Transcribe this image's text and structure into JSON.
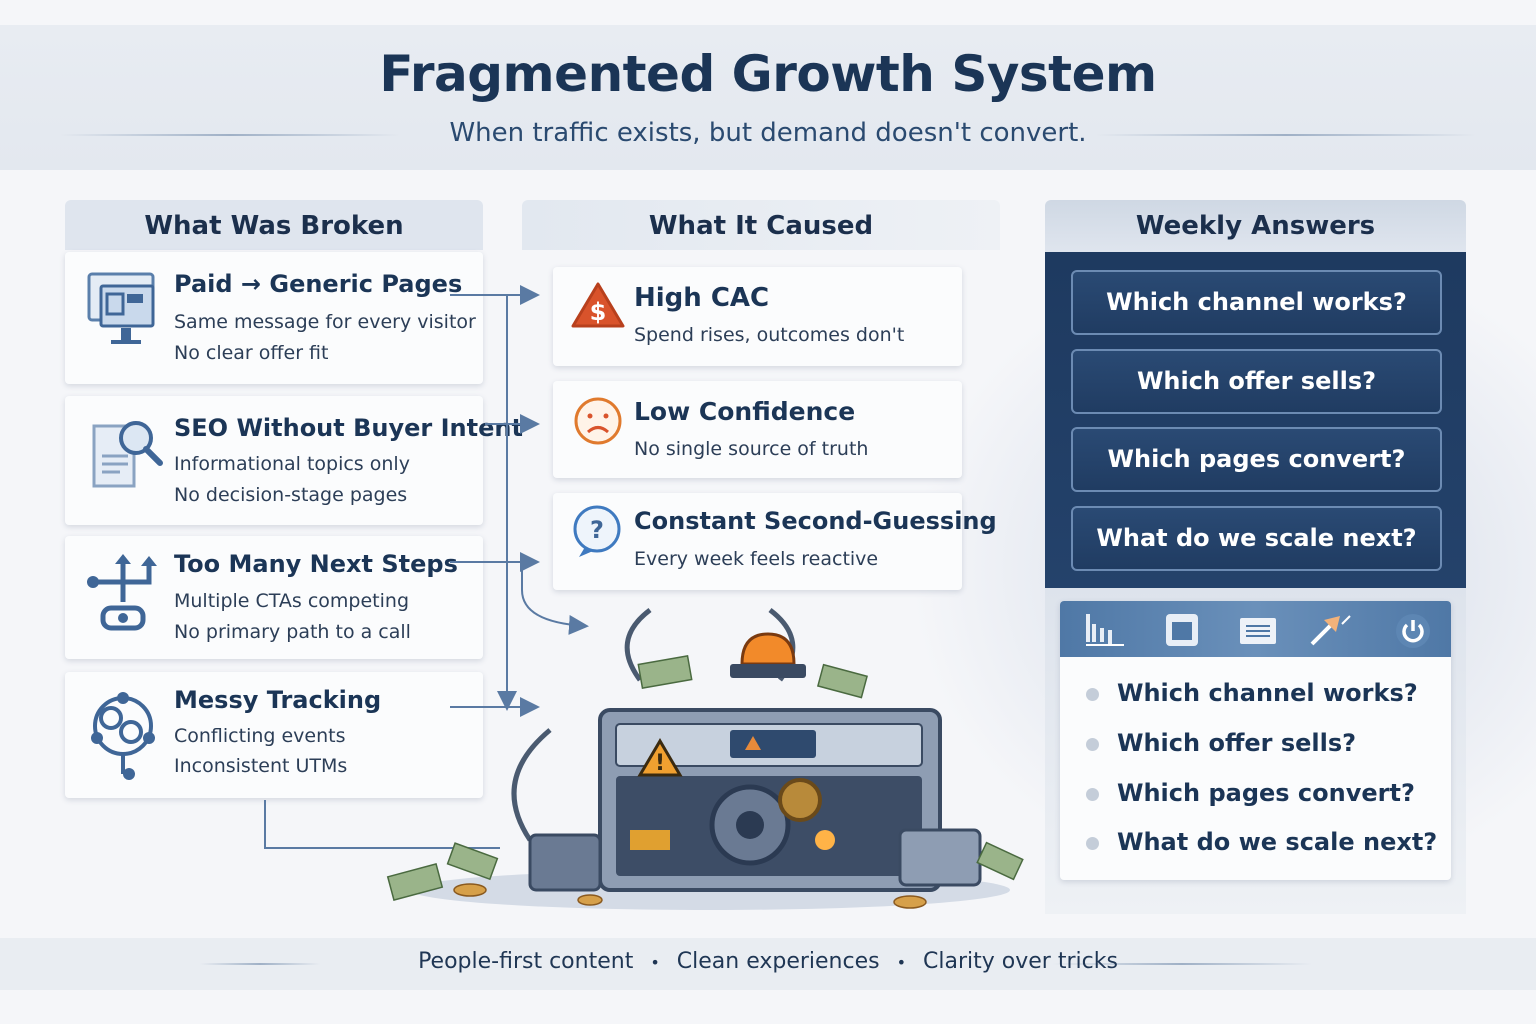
{
  "header": {
    "title": "Fragmented Growth System",
    "subtitle": "When traffic exists, but demand doesn't convert."
  },
  "broken": {
    "heading": "What Was Broken",
    "items": [
      {
        "title": "Paid → Generic Pages",
        "lines": [
          "Same message for every visitor",
          "No clear offer fit"
        ],
        "icon": "monitor-icon"
      },
      {
        "title": "SEO Without Buyer Intent",
        "lines": [
          "Informational topics only",
          "No decision-stage pages"
        ],
        "icon": "document-search-icon"
      },
      {
        "title": "Too Many Next Steps",
        "lines": [
          "Multiple CTAs competing",
          "No primary path to a call"
        ],
        "icon": "branching-paths-icon"
      },
      {
        "title": "Messy Tracking",
        "lines": [
          "Conflicting events",
          "Inconsistent UTMs"
        ],
        "icon": "tangled-network-icon"
      }
    ]
  },
  "caused": {
    "heading": "What It Caused",
    "items": [
      {
        "title": "High CAC",
        "line": "Spend rises, outcomes don't",
        "icon": "dollar-warning-icon"
      },
      {
        "title": "Low Confidence",
        "line": "No single source of truth",
        "icon": "sad-face-icon"
      },
      {
        "title": "Constant Second-Guessing",
        "line": "Every week feels reactive",
        "icon": "question-bubble-icon"
      }
    ]
  },
  "weekly": {
    "heading": "Weekly Answers",
    "buttons": [
      "Which channel works?",
      "Which offer sells?",
      "Which pages convert?",
      "What do we scale next?"
    ],
    "dashboard": {
      "toolbar_icons": [
        "bar-chart-icon",
        "calendar-icon",
        "report-icon",
        "growth-arrow-icon",
        "power-icon"
      ],
      "items": [
        "Which channel works?",
        "Which offer sells?",
        "Which pages convert?",
        "What do we scale next?"
      ]
    }
  },
  "footer": {
    "items": [
      "People-first content",
      "Clean experiences",
      "Clarity over tricks"
    ],
    "separator": "•"
  },
  "colors": {
    "navy": "#1b3556",
    "panel": "#203c62",
    "toolbar": "#5b82ad",
    "warning": "#d9532b"
  }
}
